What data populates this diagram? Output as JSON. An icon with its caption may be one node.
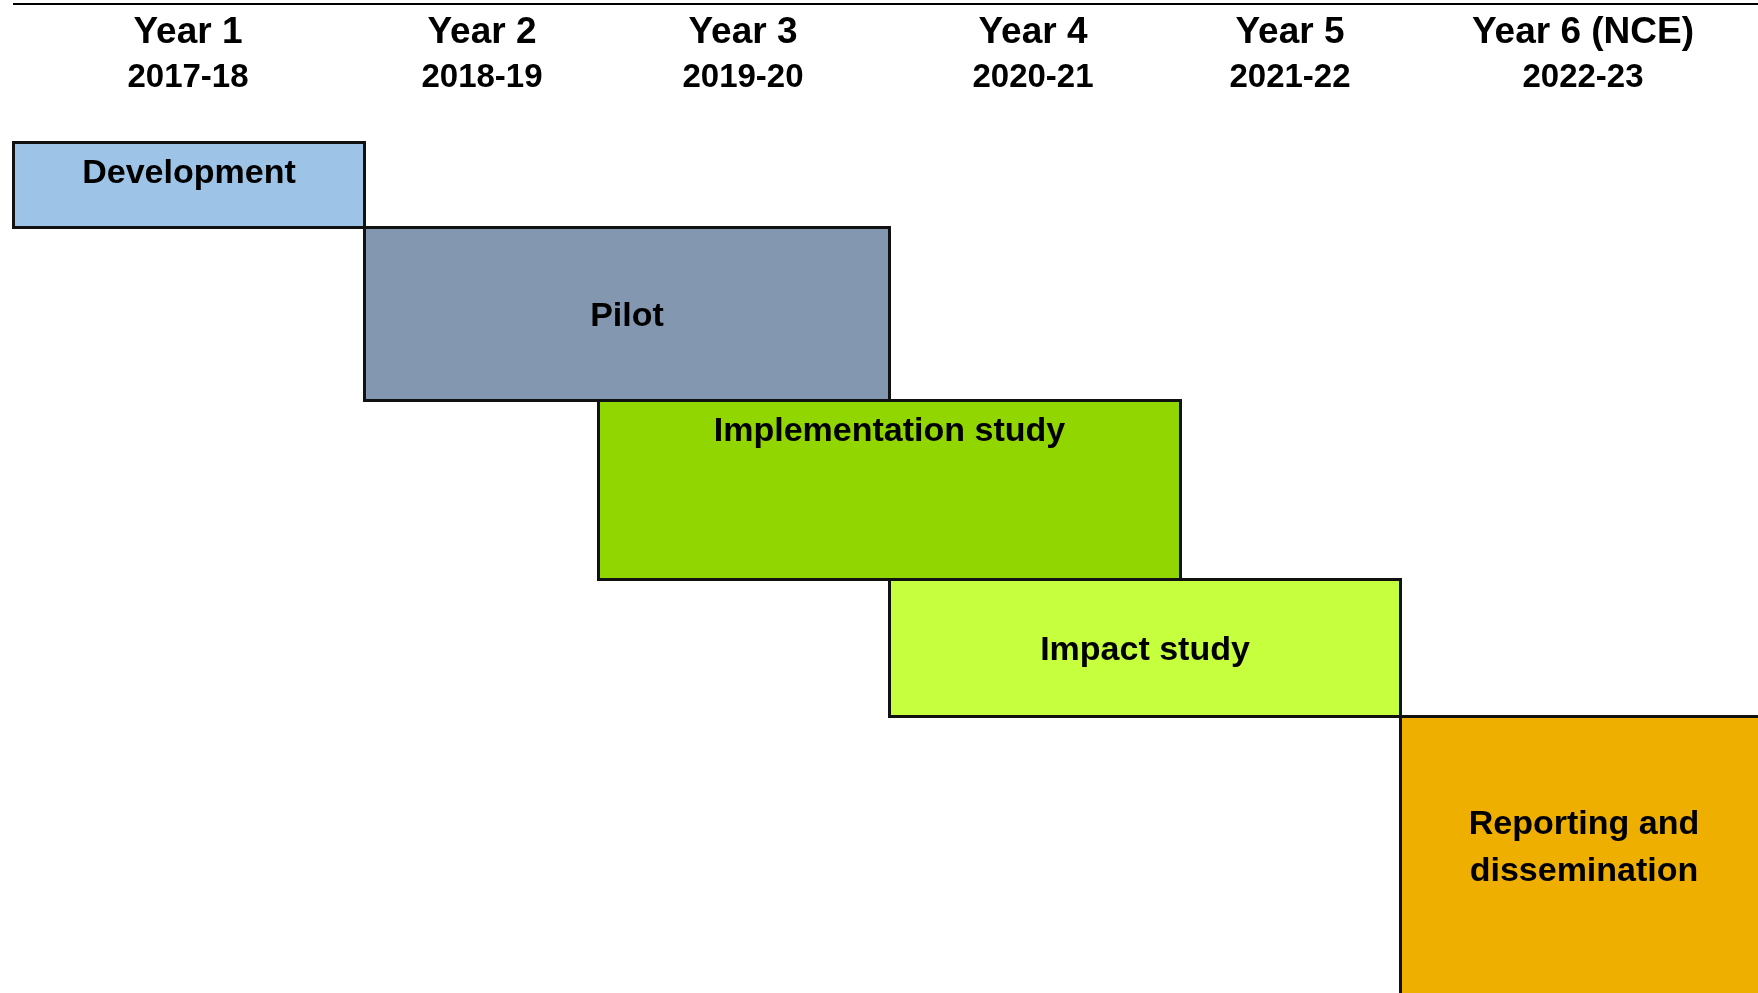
{
  "diagram": {
    "nodes": [
      {
        "text": [
          "Development"
        ]
      },
      {
        "text": [
          "Pilot"
        ]
      },
      {
        "text": [
          "Implementation study"
        ]
      },
      {
        "text": [
          "Impact study"
        ]
      },
      {
        "text": [
          "Reporting and dissemination"
        ]
      }
    ],
    "labels": [
      "Year 1",
      "2017-18",
      "Year 2",
      "2018-19",
      "Year 3",
      "2019-20",
      "Year 4",
      "2020-21",
      "Year 5",
      "2021-22",
      "Year 6 (NCE)",
      "2022-23"
    ]
  }
}
